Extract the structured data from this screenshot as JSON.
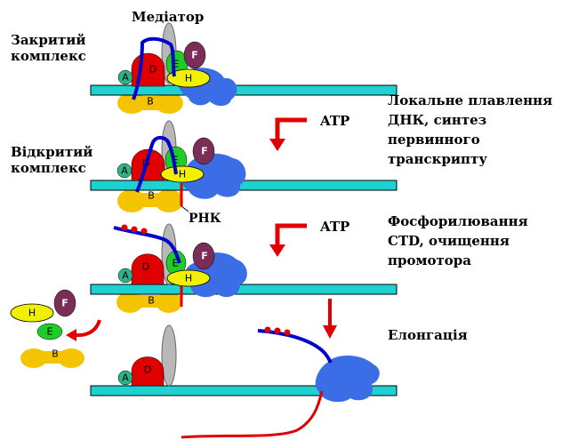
{
  "colors": {
    "dna": "#1fd2d2",
    "factor_a": "#2db28a",
    "factor_b": "#f5c400",
    "factor_d": "#e00000",
    "factor_e": "#1fcc2a",
    "factor_f": "#7a2d57",
    "factor_h": "#f0f000",
    "polymerase": "#3b6ee6",
    "mediator_tbp": "#b8b8b8",
    "rna": "#e00000",
    "ctd": "#0000cc"
  },
  "labels": {
    "mediator": "Медіатор",
    "closed_complex": [
      "Закритий",
      "комплекс"
    ],
    "open_complex": [
      "Відкритий",
      "комплекс"
    ],
    "rna": "РНК",
    "atp_1": "ATP",
    "atp_2": "ATP",
    "step_1": [
      "Локальне плавлення",
      "ДНК, синтез",
      "первинного",
      "транскрипту"
    ],
    "step_2": [
      "Фосфорилювання",
      "CTD, очищення",
      "промотора"
    ],
    "elongation": "Елонгація"
  },
  "factors": {
    "a": "A",
    "b": "B",
    "d": "D",
    "e": "E",
    "f": "F",
    "h": "H"
  }
}
